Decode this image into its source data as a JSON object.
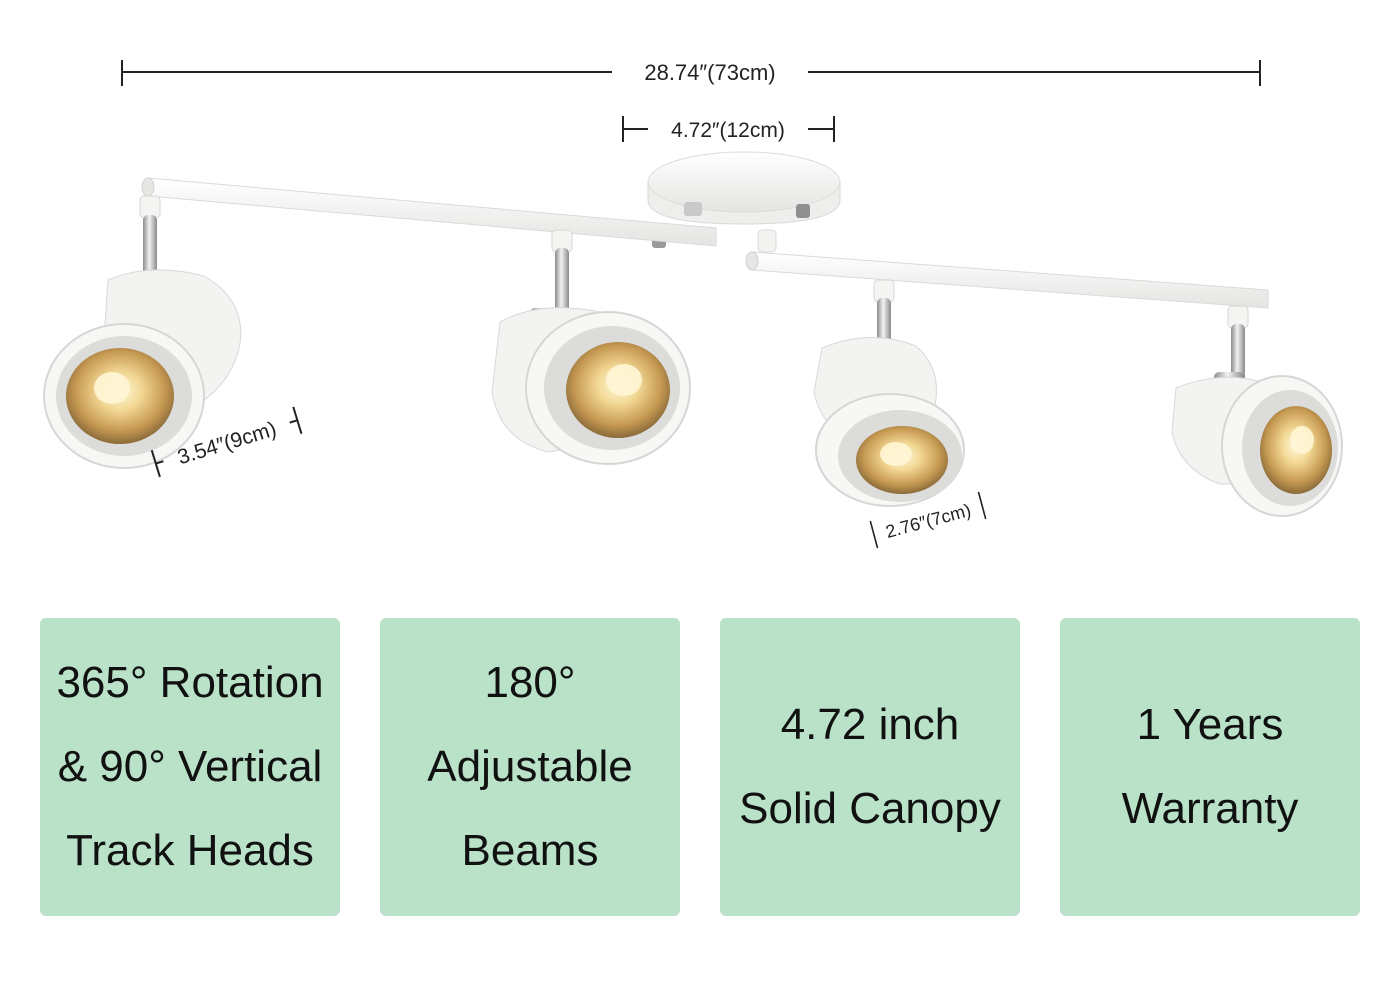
{
  "dimensions": {
    "total_length": "28.74″(73cm)",
    "canopy_diameter": "4.72″(12cm)",
    "head_diameter": "3.54″(9cm)",
    "head_depth": "2.76″(7cm)"
  },
  "colors": {
    "card_background": "#b9e2c8",
    "fixture_white": "#f6f6f4",
    "chrome": "#b7b7b7",
    "bulb_glow": "#f0d38a"
  },
  "features": [
    {
      "lines": [
        "365° Rotation",
        "& 90° Vertical",
        "Track Heads"
      ]
    },
    {
      "lines": [
        "180°",
        "Adjustable",
        "Beams"
      ]
    },
    {
      "lines": [
        "4.72 inch",
        "Solid Canopy"
      ]
    },
    {
      "lines": [
        "1 Years",
        "Warranty"
      ]
    }
  ]
}
